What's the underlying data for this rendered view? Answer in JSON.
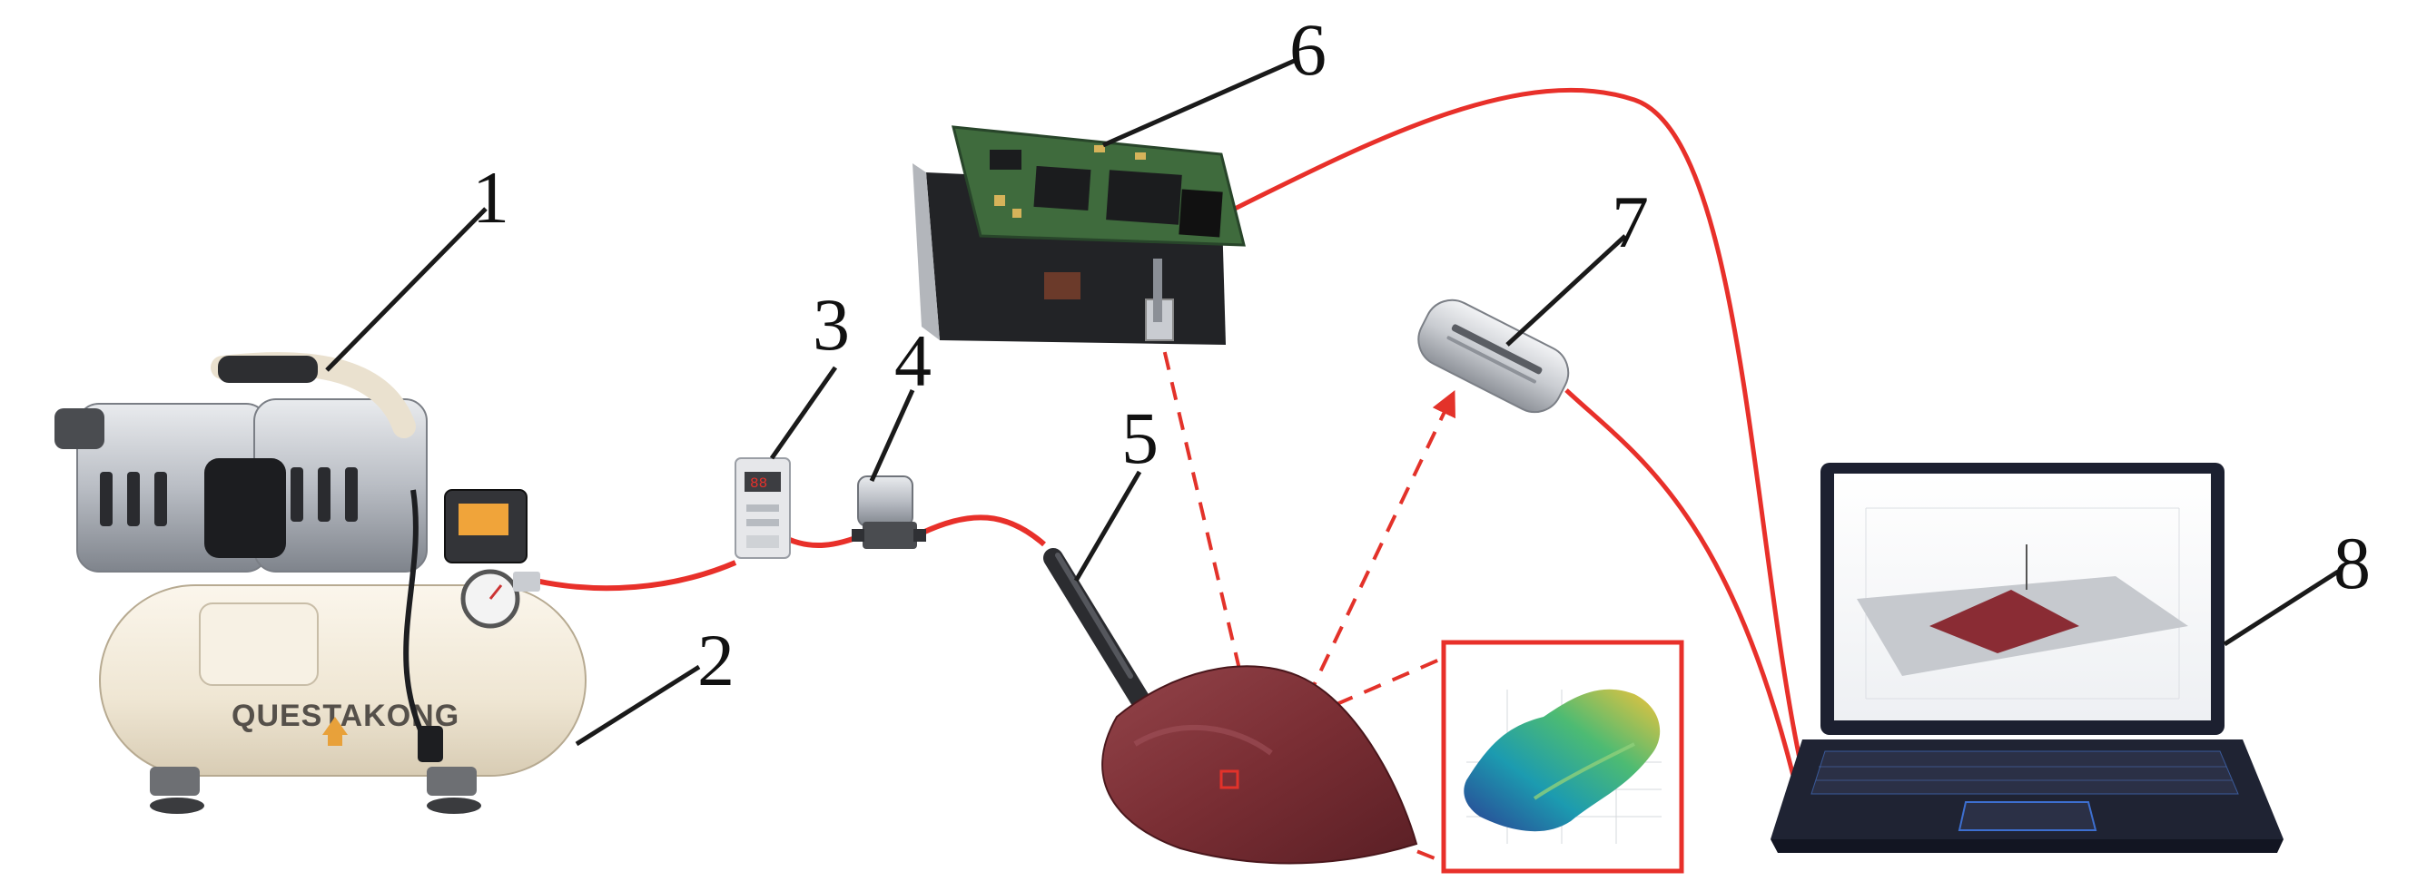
{
  "labels": {
    "l1": "1",
    "l2": "2",
    "l3": "3",
    "l4": "4",
    "l5": "5",
    "l6": "6",
    "l7": "7",
    "l8": "8"
  },
  "compressor_brand": "QUESTAKONG",
  "colors": {
    "cable_red": "#e8302a",
    "laser_red": "#e3322a",
    "leader_black": "#1a1a1a",
    "tissue": "#7a2e34",
    "pcb_green": "#3f6b3d",
    "laptop_body": "#1c2030",
    "inset_border": "#e8302a"
  },
  "icons": {
    "compressor": "air-compressor-icon",
    "regulator": "pressure-regulator-icon",
    "valve": "solenoid-valve-icon",
    "nozzle": "air-nozzle-icon",
    "projector": "laser-projector-board-icon",
    "camera": "line-camera-icon",
    "tissue": "tissue-sample-icon",
    "laptop": "laptop-icon",
    "surface": "3d-surface-plot-icon"
  }
}
